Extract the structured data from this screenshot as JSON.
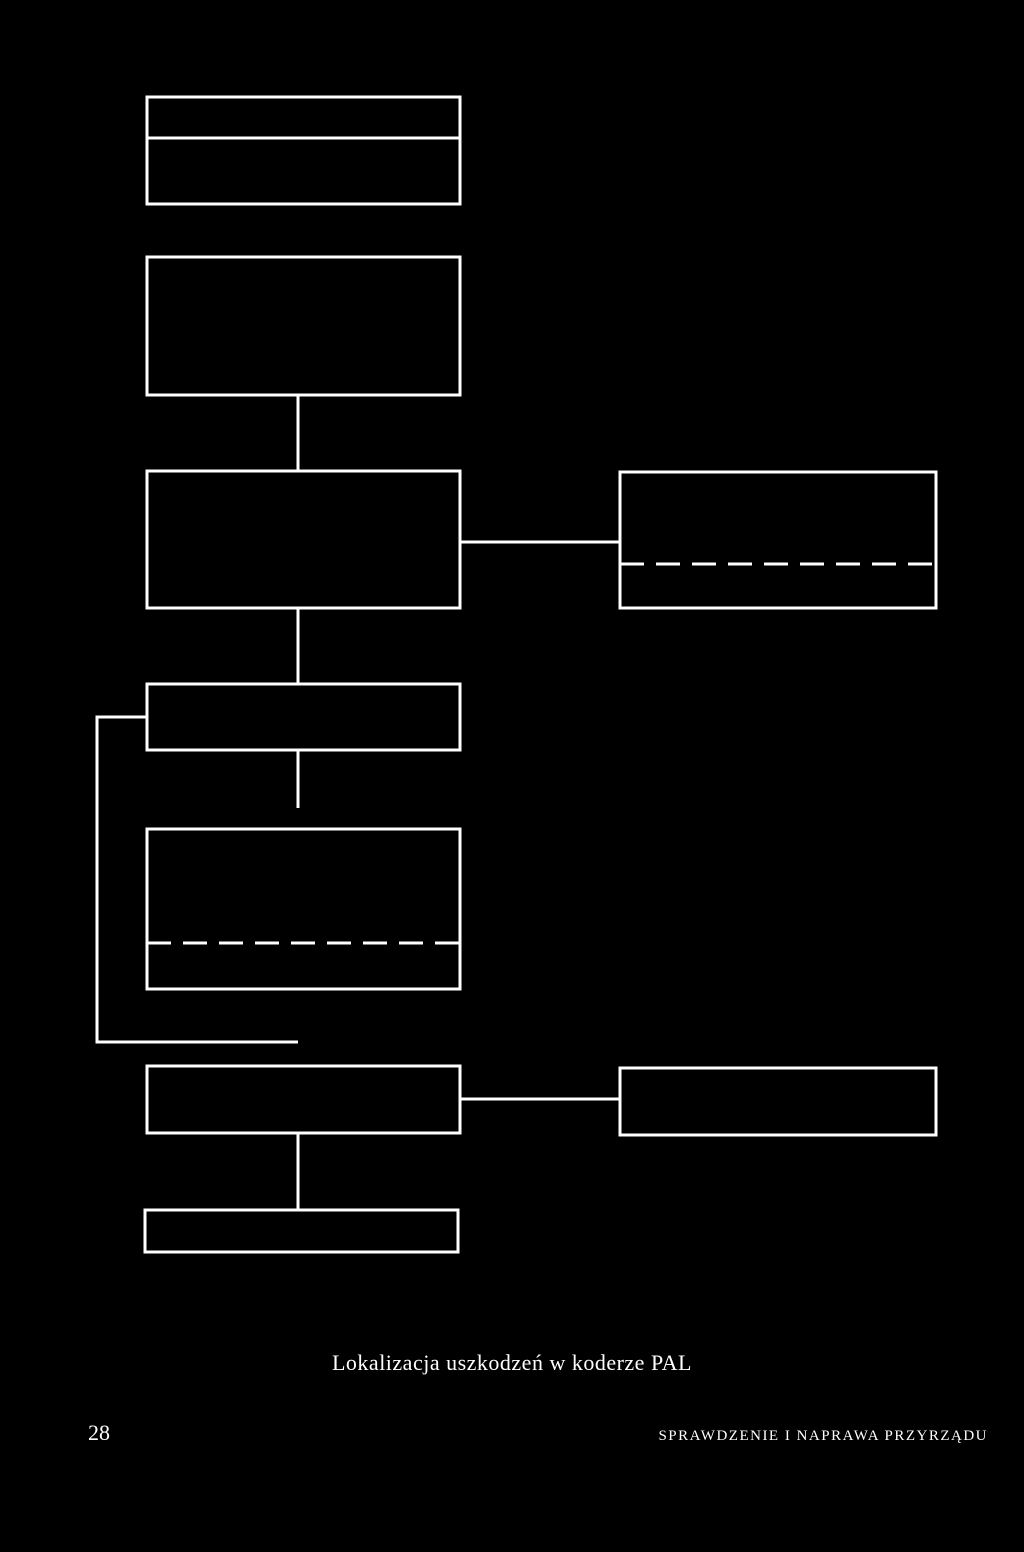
{
  "figure": {
    "caption": "Lokalizacja uszkodzeń w koderze PAL"
  },
  "footer": {
    "page_number": "28",
    "running_title": "SPRAWDZENIE I NAPRAWA PRZYRZĄDU"
  },
  "colors": {
    "background": "#000000",
    "line": "#ffffff"
  }
}
